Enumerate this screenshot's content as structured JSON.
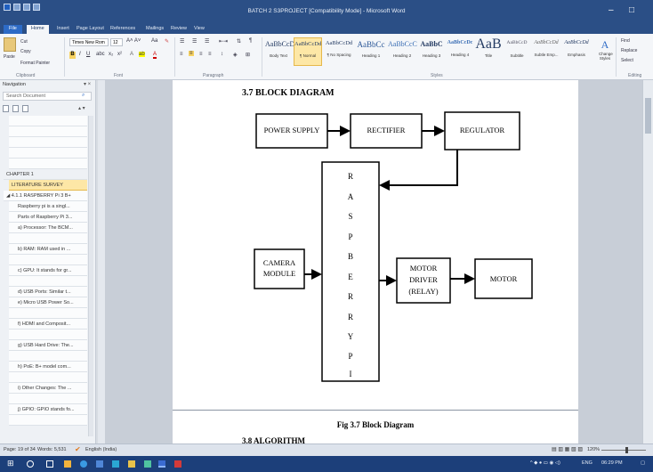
{
  "window": {
    "title": "BATCH 2 S3PROJECT [Compatibility Mode] - Microsoft Word",
    "minimize": "–",
    "maximize": "□"
  },
  "ribbon_tabs": [
    "File",
    "Home",
    "Insert",
    "Page Layout",
    "References",
    "Mailings",
    "Review",
    "View"
  ],
  "clipboard": {
    "paste": "Paste",
    "cut": "Cut",
    "copy": "Copy",
    "format_painter": "Format Painter",
    "label": "Clipboard"
  },
  "font": {
    "name": "Times New Rom",
    "size": "12",
    "label": "Font"
  },
  "paragraph": {
    "label": "Paragraph"
  },
  "styles": {
    "label": "Styles",
    "items": [
      {
        "sample": "AaBbCcDd",
        "name": "Body Text"
      },
      {
        "sample": "AaBbCcDd",
        "name": "¶ Normal"
      },
      {
        "sample": "AaBbCcDd",
        "name": "¶ No Spacing"
      },
      {
        "sample": "AaBbCc",
        "name": "Heading 1"
      },
      {
        "sample": "AaBbCcC",
        "name": "Heading 2"
      },
      {
        "sample": "AaBbC",
        "name": "Heading 3"
      },
      {
        "sample": "AaBbCcDc",
        "name": "Heading 4"
      },
      {
        "sample": "AaB",
        "name": "Title"
      },
      {
        "sample": "AaBbCcD",
        "name": "Subtitle"
      },
      {
        "sample": "AaBbCcDd",
        "name": "Subtle Emp..."
      },
      {
        "sample": "AaBbCcDd",
        "name": "Emphasis"
      }
    ],
    "change_styles": "Change Styles"
  },
  "editing": {
    "find": "Find",
    "replace": "Replace",
    "select": "Select",
    "label": "Editing"
  },
  "navigation": {
    "title": "Navigation",
    "search_placeholder": "Search Document",
    "items": [
      "",
      "",
      "",
      "",
      "",
      "CHAPTER 1",
      "LITERATURE SURVEY",
      "◢ 4.1.1 RASPBERRY Pi 3 B+",
      "Raspberry pi is a singl...",
      "Parts of Raspberry Pi 3...",
      "a) Processor: The BCM...",
      "",
      "b) RAM: RAM used in ...",
      "",
      "c) GPU: It stands for gr...",
      "",
      "d) USB Ports: Similar t...",
      "e) Micro USB Power So...",
      "",
      "f) HDMI and Composit...",
      "",
      "g) USB Hard Drive: The...",
      "",
      "h) PoE: B+ model com...",
      "",
      "i) Other Changes: The ...",
      "",
      "j) GPIO: GPIO stands fo...",
      ""
    ]
  },
  "document": {
    "heading": "3.7 BLOCK DIAGRAM",
    "blocks": {
      "power_supply": "POWER SUPPLY",
      "rectifier": "RECTIFIER",
      "regulator": "REGULATOR",
      "camera": [
        "CAMERA",
        "MODULE"
      ],
      "raspberry": [
        "R",
        "A",
        "S",
        "P",
        "B",
        "E",
        "R",
        "R",
        "Y",
        "P",
        "I"
      ],
      "motor_driver": [
        "MOTOR",
        "DRIVER",
        "(RELAY)"
      ],
      "motor": "MOTOR"
    },
    "caption": "Fig 3.7 Block Diagram",
    "next_heading": "3.8 ALGORITHM"
  },
  "status": {
    "page": "Page: 19 of 34",
    "words": "Words: 5,531",
    "language": "English (India)",
    "zoom": "120%"
  },
  "taskbar": {
    "lang": "ENG",
    "time": "06:29 PM"
  },
  "colors": {
    "title_bar": "#2b4f86",
    "highlight": "#fde7a6",
    "taskbar": "#1c3f7a"
  }
}
